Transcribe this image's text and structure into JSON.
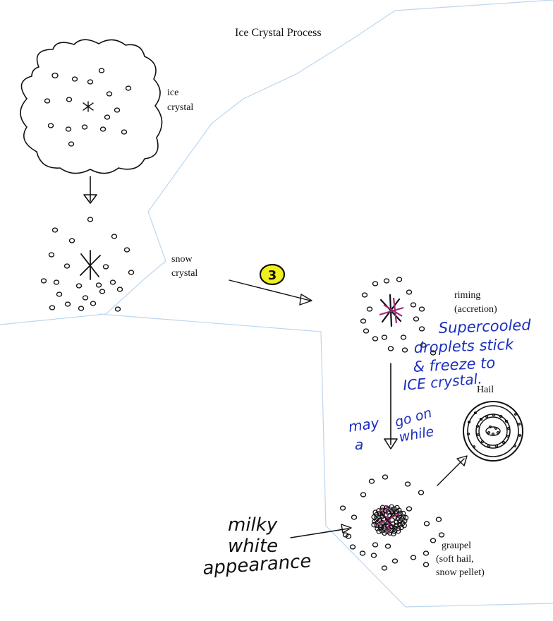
{
  "title": "Ice Crystal Process",
  "labels": {
    "ice_crystal_1": "ice",
    "ice_crystal_2": "crystal",
    "snow_crystal_1": "snow",
    "snow_crystal_2": "crystal",
    "riming_1": "riming",
    "riming_2": "(accretion)",
    "hail": "Hail",
    "graupel_1": "graupel",
    "graupel_2": "(soft hail,",
    "graupel_3": "snow pellet)"
  },
  "step_badge": "3",
  "notes": {
    "supercooled_1": "Supercooled",
    "supercooled_2": "droplets stick",
    "supercooled_3": "& freeze to",
    "supercooled_4": "ICE crystal.",
    "may_1": "may",
    "may_2": "a",
    "go_on_1": "go on",
    "go_on_2": "while",
    "milky_1": "milky",
    "milky_2": "white",
    "milky_3": "appearance"
  },
  "colors": {
    "ink": "#111111",
    "blue_ink": "#1a2fbf",
    "purple_ink": "#a0287a",
    "highlight": "#f2ef1f",
    "paper_edge": "#bcd6f0"
  }
}
